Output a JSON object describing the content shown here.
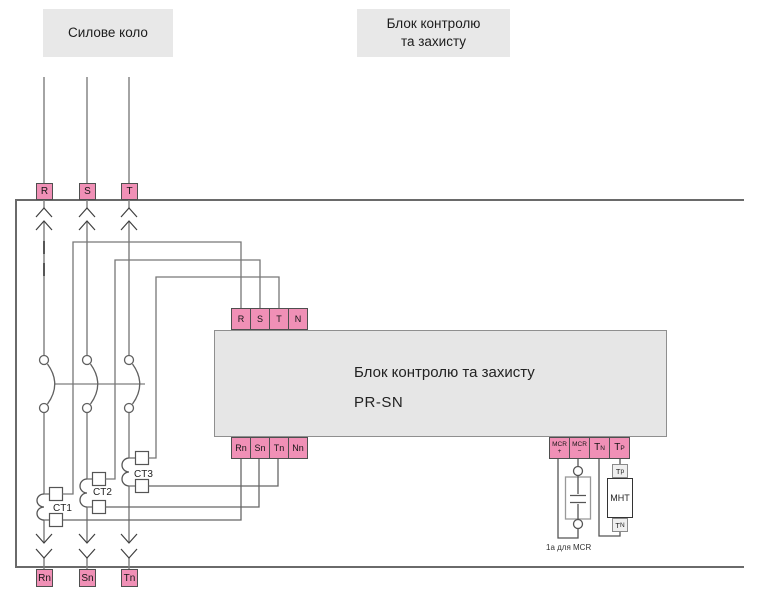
{
  "header": {
    "power_circuit_label": "Силове коло",
    "control_block_label_line1": "Блок контролю",
    "control_block_label_line2": "та захисту"
  },
  "block": {
    "title": "Блок контролю та захисту",
    "model": "PR-SN",
    "top_terminals": [
      "R",
      "S",
      "T",
      "N"
    ],
    "bottom_terminals": [
      "Rn",
      "Sn",
      "Tn",
      "Nn"
    ],
    "right_terminals": [
      {
        "line1": "MCR",
        "line2": "+"
      },
      {
        "line1": "MCR",
        "line2": "−"
      },
      {
        "main": "T",
        "sub": "N"
      },
      {
        "main": "T",
        "sub": "P"
      }
    ]
  },
  "power": {
    "input_terminals": [
      "R",
      "S",
      "T"
    ],
    "output_terminals": [
      "Rn",
      "Sn",
      "Tn"
    ],
    "ct_labels": [
      "CT1",
      "CT2",
      "CT3"
    ]
  },
  "components": {
    "mht_label": "МНТ",
    "mht_top_terminal": {
      "main": "T",
      "sub": "p"
    },
    "mht_bottom_terminal": {
      "main": "T",
      "sub": "N"
    },
    "mcr_note": "1а для MCR"
  },
  "colors": {
    "terminal_fill": "#F090B6",
    "panel_fill": "#E8E8E8",
    "block_fill": "#E6E6E6",
    "wire": "#777777",
    "dark_line": "#4F4F4F"
  }
}
